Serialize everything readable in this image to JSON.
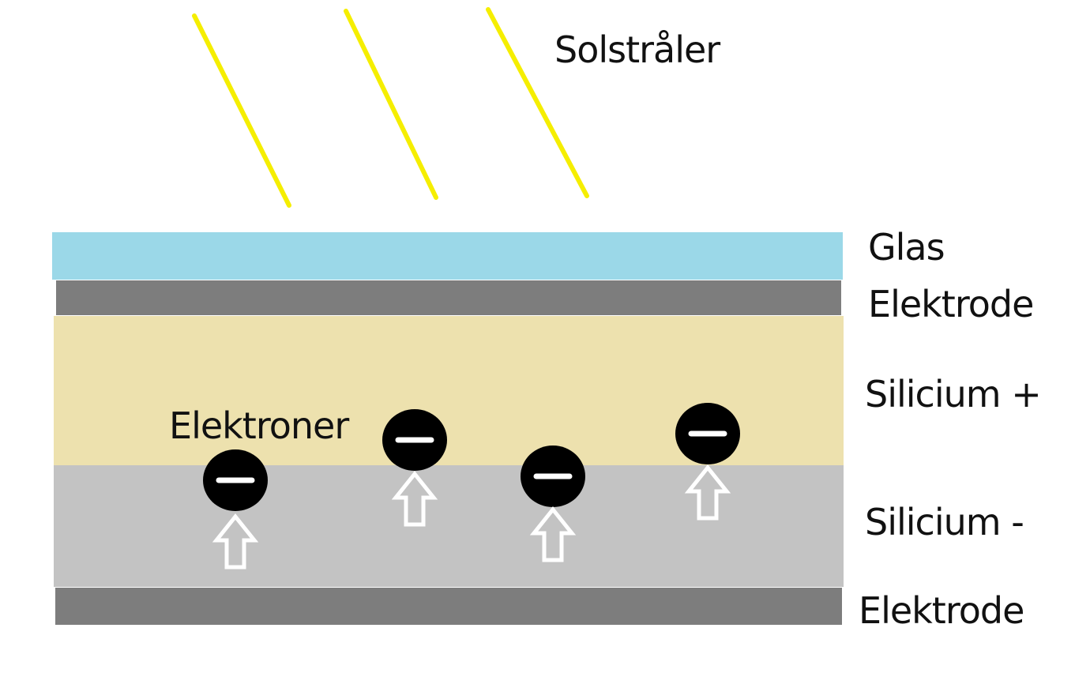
{
  "title_label": "Solstråler",
  "electrons_label": "Elektroner",
  "layers": [
    {
      "id": "glass",
      "label": "Glas",
      "color": "#9bd8e8"
    },
    {
      "id": "electrode-top",
      "label": "Elektrode",
      "color": "#7d7d7d"
    },
    {
      "id": "silicon-positive",
      "label": "Silicium +",
      "color": "#ede1ae"
    },
    {
      "id": "silicon-negative",
      "label": "Silicium -",
      "color": "#c3c3c3"
    },
    {
      "id": "electrode-bottom",
      "label": "Elektrode",
      "color": "#7d7d7d"
    }
  ],
  "sunray_color": "#f5ee00",
  "sunray_count": 3,
  "electron_count": 4,
  "electron_symbol": "−",
  "electron_color": "#000000",
  "arrow_color": "#ffffff"
}
